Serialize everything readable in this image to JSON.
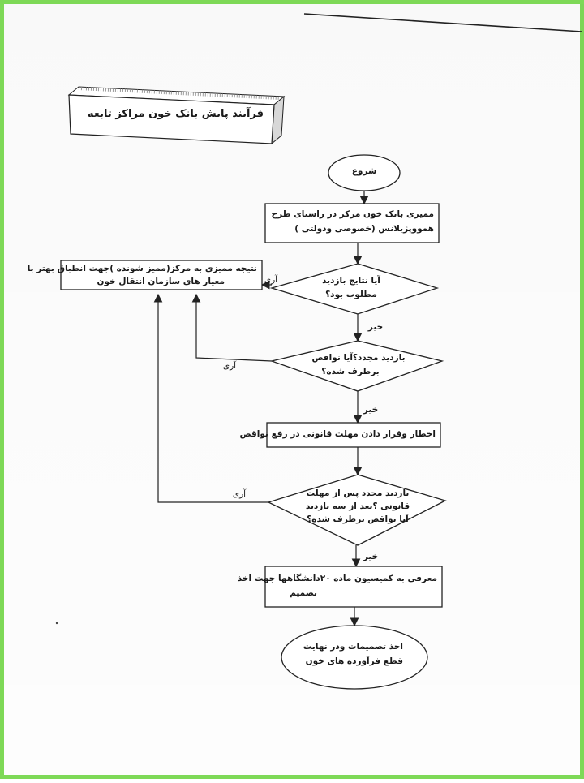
{
  "title": "فرآیند پایش بانک خون مراکز تابعه",
  "nodes": {
    "start": "شروع",
    "step1_line1": "ممیزی بانک خون مرکز در راستای طرح",
    "step1_line2": "همووپژیلانس (خصوصی ودولتی )",
    "dec1_line1": "آیا نتایج بازدید",
    "dec1_line2": "مطلوب بود؟",
    "result_line1": "نتیجه ممیزی به مرکز(ممیز شونده )جهت انطباق بهتر با",
    "result_line2": "معیار های سازمان انتقال خون",
    "dec2_line1": "بازدید مجدد؟آیا نواقص",
    "dec2_line2": "برطرف شده؟",
    "step2": "اخطار وقرار دادن مهلت قانونی در رفع نواقص",
    "dec3_line1": "بازدید مجدد پس از مهلت",
    "dec3_line2": "قانونی ؟بعد از سه بازدید",
    "dec3_line3": "آیا نواقص برطرف شده؟",
    "step3_line1": "معرفی به کمیسیون ماده ۲۰دانشگاهها جهت اخذ",
    "step3_line2": "تصمیم",
    "end_line1": "اخذ تصمیمات ودر نهایت",
    "end_line2": "قطع فرآورده های خون"
  },
  "labels": {
    "yes1": "آری",
    "no1": "خیر",
    "yes2": "آری",
    "no2": "خیر",
    "yes3": "آری",
    "no3": "خیر"
  }
}
